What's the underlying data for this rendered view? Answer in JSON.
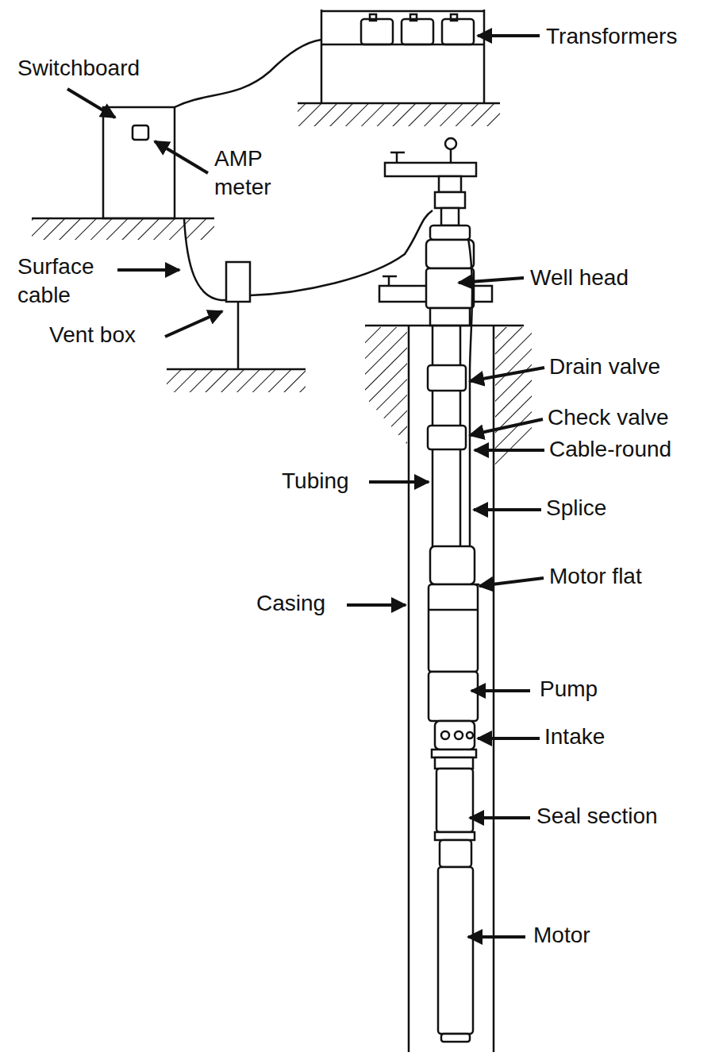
{
  "diagram": {
    "labels": [
      "Transformers",
      "Switchboard",
      "AMP meter",
      "Surface cable",
      "Vent box",
      "Well head",
      "Drain valve",
      "Check valve",
      "Cable-round",
      "Tubing",
      "Splice",
      "Motor flat",
      "Casing",
      "Pump",
      "Intake",
      "Seal section",
      "Motor"
    ]
  }
}
